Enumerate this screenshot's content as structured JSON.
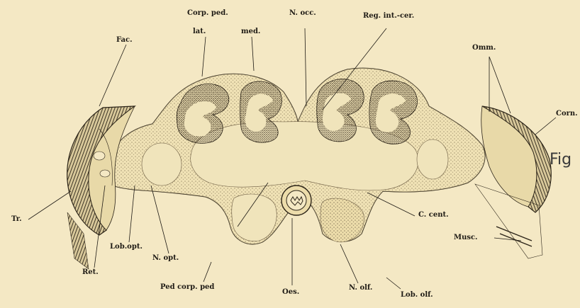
{
  "colors": {
    "background": "#f4e8c4",
    "tissue": "#ecdcaa",
    "neuropil": "#f0e4bb",
    "stipple": "#4a3e2e",
    "ink": "#1e1a14"
  },
  "labels": {
    "fac": "Fac.",
    "corp_ped": "Corp. ped.",
    "lat": "lat.",
    "med": "med.",
    "n_occ": "N. occ.",
    "reg_int_cer": "Reg. int.-cer.",
    "omm": "Omm.",
    "corn": "Corn.",
    "fig": "Fig",
    "tr": "Tr.",
    "ret": "Ret.",
    "lob_opt": "Lob.opt.",
    "n_opt": "N. opt.",
    "c_cent": "C. cent.",
    "musc": "Musc.",
    "ped_corp_ped": "Ped  corp. ped",
    "oes": "Oes.",
    "n_olf": "N. olf.",
    "lob_olf": "Lob. olf."
  }
}
